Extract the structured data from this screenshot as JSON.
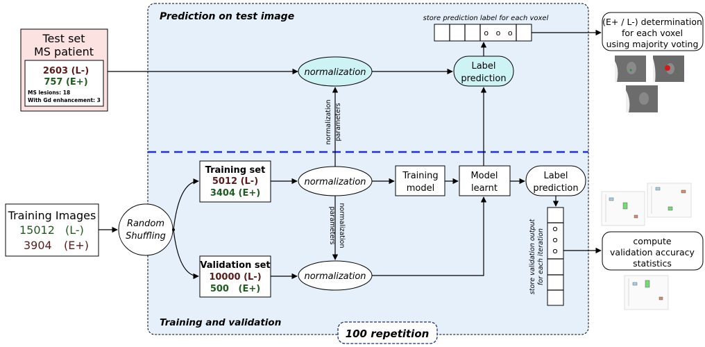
{
  "panel_top": {
    "title": "Prediction on test image"
  },
  "panel_bottom": {
    "title": "Training and validation"
  },
  "repetition_badge": "100 repetition",
  "test_set": {
    "title_line1": "Test set",
    "title_line2": "MS patient",
    "count_l": "2603 (L-)",
    "count_e": "757 (E+)",
    "lesions": "MS lesions: 18",
    "gd": "With Gd enhancement: 3"
  },
  "training_images": {
    "title": "Training Images",
    "row1_num": "15012",
    "row1_lbl": "(L-)",
    "row2_num": "3904",
    "row2_lbl": "(E+)"
  },
  "random_shuffling": {
    "line1": "Random",
    "line2": "Shuffling"
  },
  "training_set": {
    "title": "Training set",
    "count_l": "5012 (L-)",
    "count_e": "3404 (E+)"
  },
  "validation_set": {
    "title": "Validation set",
    "count_l": "10000 (L-)",
    "count_e": "500   (E+)"
  },
  "normalization_label": "normalization",
  "normalization_params": {
    "line1": "normalization",
    "line2": "parameters"
  },
  "training_model": {
    "line1": "Training",
    "line2": "model"
  },
  "model_learnt": {
    "line1": "Model",
    "line2": "learnt"
  },
  "label_prediction": {
    "line1": "Label",
    "line2": "prediction"
  },
  "store_prediction": "store prediction label for each voxel",
  "store_validation": {
    "line1": "store validation output",
    "line2": "for each iteration"
  },
  "determination": {
    "line1": "(E+ / L-) determination",
    "line2": "for each voxel",
    "line3": "using majority voting"
  },
  "compute": {
    "line1": "compute",
    "line2": "validation accuracy",
    "line3": "statistics"
  },
  "dots": "o   o   o",
  "colors": {
    "panel_fill": "#e6f0fb",
    "cyan": "#cdf3f5",
    "pink": "#fde2e2",
    "dashed_blue": "#1f2fd8",
    "dark_red": "#5a1a1a",
    "dark_green": "#1f5a1f"
  }
}
